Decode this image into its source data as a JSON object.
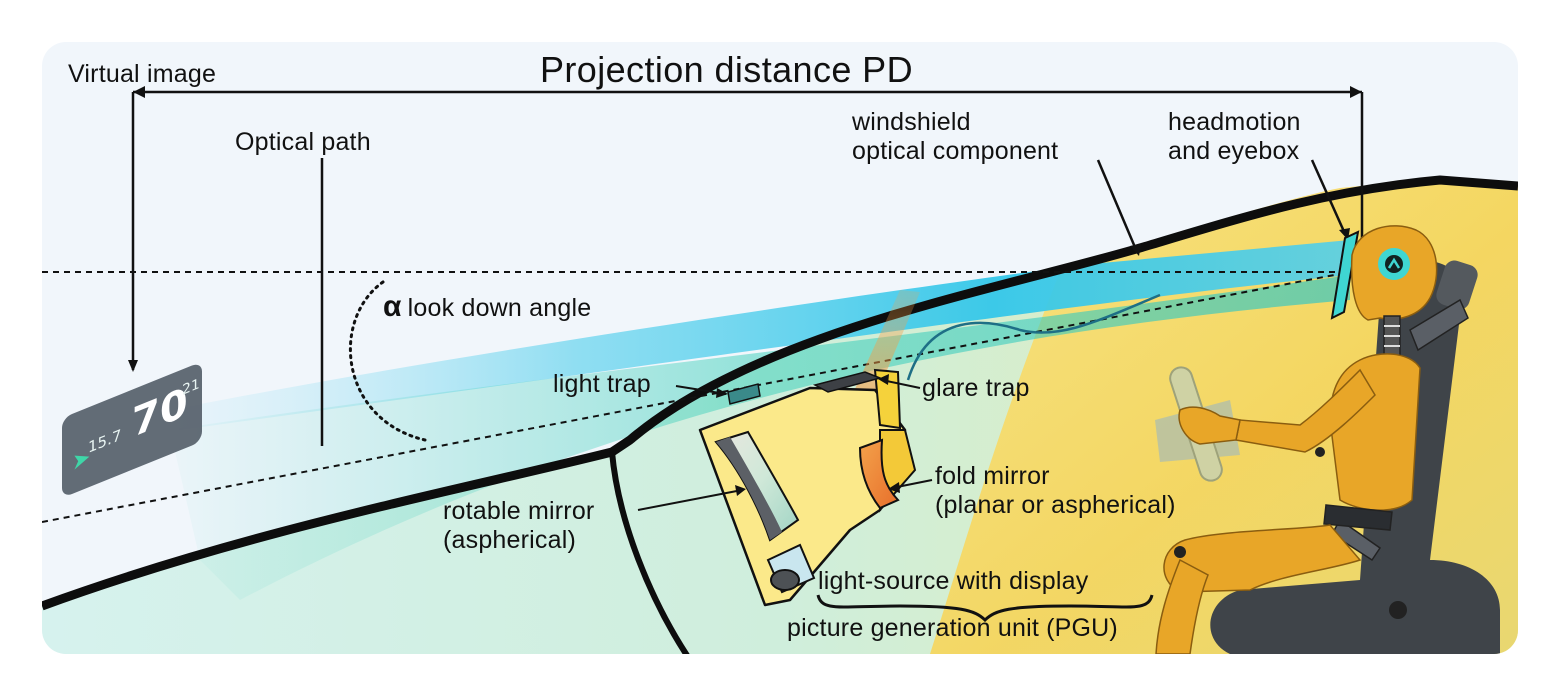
{
  "title": "Projection distance PD",
  "labels": {
    "virtual_image": "Virtual image",
    "optical_path": "Optical path",
    "look_down_symbol": "α",
    "look_down_angle": "look down angle",
    "windshield_line1": "windshield",
    "windshield_line2": "optical component",
    "headmotion_line1": "headmotion",
    "headmotion_line2": "and eyebox",
    "light_trap": "light trap",
    "glare_trap": "glare trap",
    "fold_mirror_line1": "fold mirror",
    "fold_mirror_line2": "(planar or aspherical)",
    "rotable_mirror_line1": "rotable mirror",
    "rotable_mirror_line2": "(aspherical)",
    "light_source": "light-source with display",
    "pgu": "picture generation unit (PGU)"
  },
  "hud_display": {
    "left_value": "15.7",
    "speed": "70",
    "right_value": "21"
  },
  "colors": {
    "beam": "#35c9e8",
    "car_body": "#f9d75a",
    "pgu_housing": "#fbe98a",
    "dummy": "#e8a628",
    "seat": "#3f4449",
    "hud_glyph": "#3fd6a8"
  },
  "icons": {
    "eye": "eye-icon",
    "steering": "steering-wheel-icon"
  }
}
